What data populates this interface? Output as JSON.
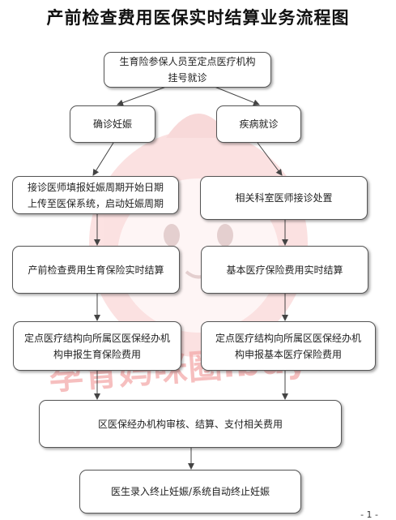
{
  "title": "产前检查费用医保实时结算业务流程图",
  "watermark": "孕育妈咪圈ibdy8",
  "page_number": "- 1 -",
  "nodes": {
    "start": [
      "生育险参保人员至定点医疗机构",
      "挂号就诊"
    ],
    "pregnancy": [
      "确诊妊娠"
    ],
    "illness": [
      "疾病就诊"
    ],
    "doctor_report": [
      "接诊医师填报妊娠周期开始日期",
      "上传至医保系统，启动妊娠周期"
    ],
    "dept_visit": [
      "相关科室医师接诊处置"
    ],
    "maternity_settle": [
      "产前检查费用生育保险实时结算"
    ],
    "basic_settle": [
      "基本医疗保险费用实时结算"
    ],
    "maternity_declare": [
      "定点医疗结构向所属区医保经办机",
      "构申报生育保险费用"
    ],
    "basic_declare": [
      "定点医疗结构向所属区医保经办机",
      "构申报基本医疗保险费用"
    ],
    "review": [
      "区医保经办机构审核、结算、支付相关费用"
    ],
    "end": [
      "医生录入终止妊娠/系统自动终止妊娠"
    ]
  },
  "colors": {
    "watermark": "#f4aaaa",
    "border": "#555555"
  }
}
